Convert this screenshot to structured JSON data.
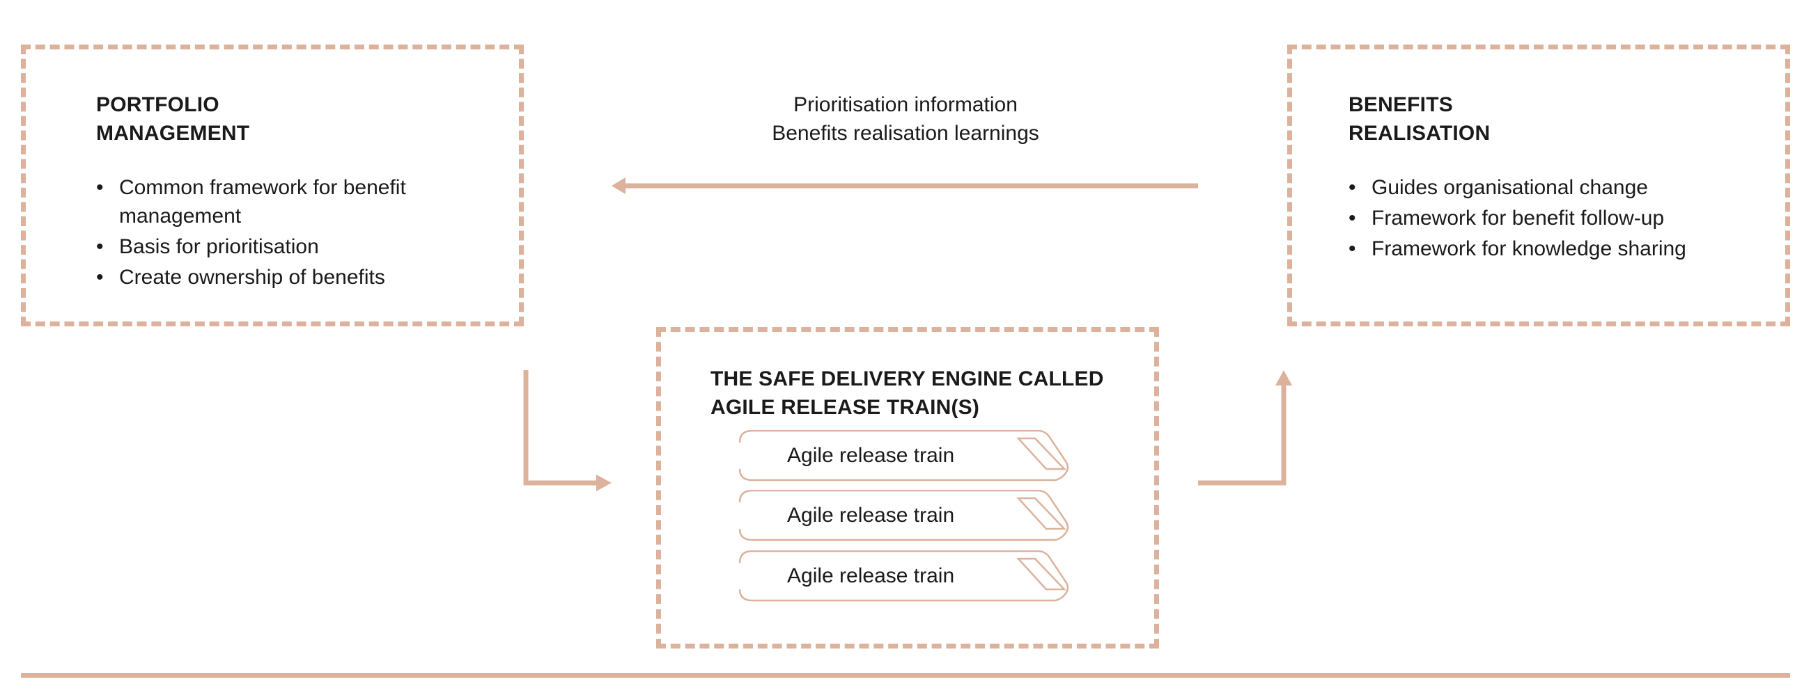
{
  "portfolio": {
    "title_line1": "PORTFOLIO",
    "title_line2": "MANAGEMENT",
    "bullets": [
      "Common framework for benefit management",
      "Basis for prioritisation",
      "Create ownership of benefits"
    ]
  },
  "benefits": {
    "title_line1": "BENEFITS",
    "title_line2": "REALISATION",
    "bullets": [
      "Guides organisational change",
      "Framework for benefit follow-up",
      "Framework for knowledge sharing"
    ]
  },
  "feedback": {
    "line1": "Prioritisation information",
    "line2": "Benefits realisation learnings"
  },
  "engine": {
    "title_line1": "THE SAFE DELIVERY ENGINE CALLED",
    "title_line2": "AGILE RELEASE TRAIN(S)",
    "trains": [
      "Agile release train",
      "Agile release train",
      "Agile release train"
    ]
  },
  "colors": {
    "accent": "#dcb29c",
    "text": "#1a1a1a"
  }
}
